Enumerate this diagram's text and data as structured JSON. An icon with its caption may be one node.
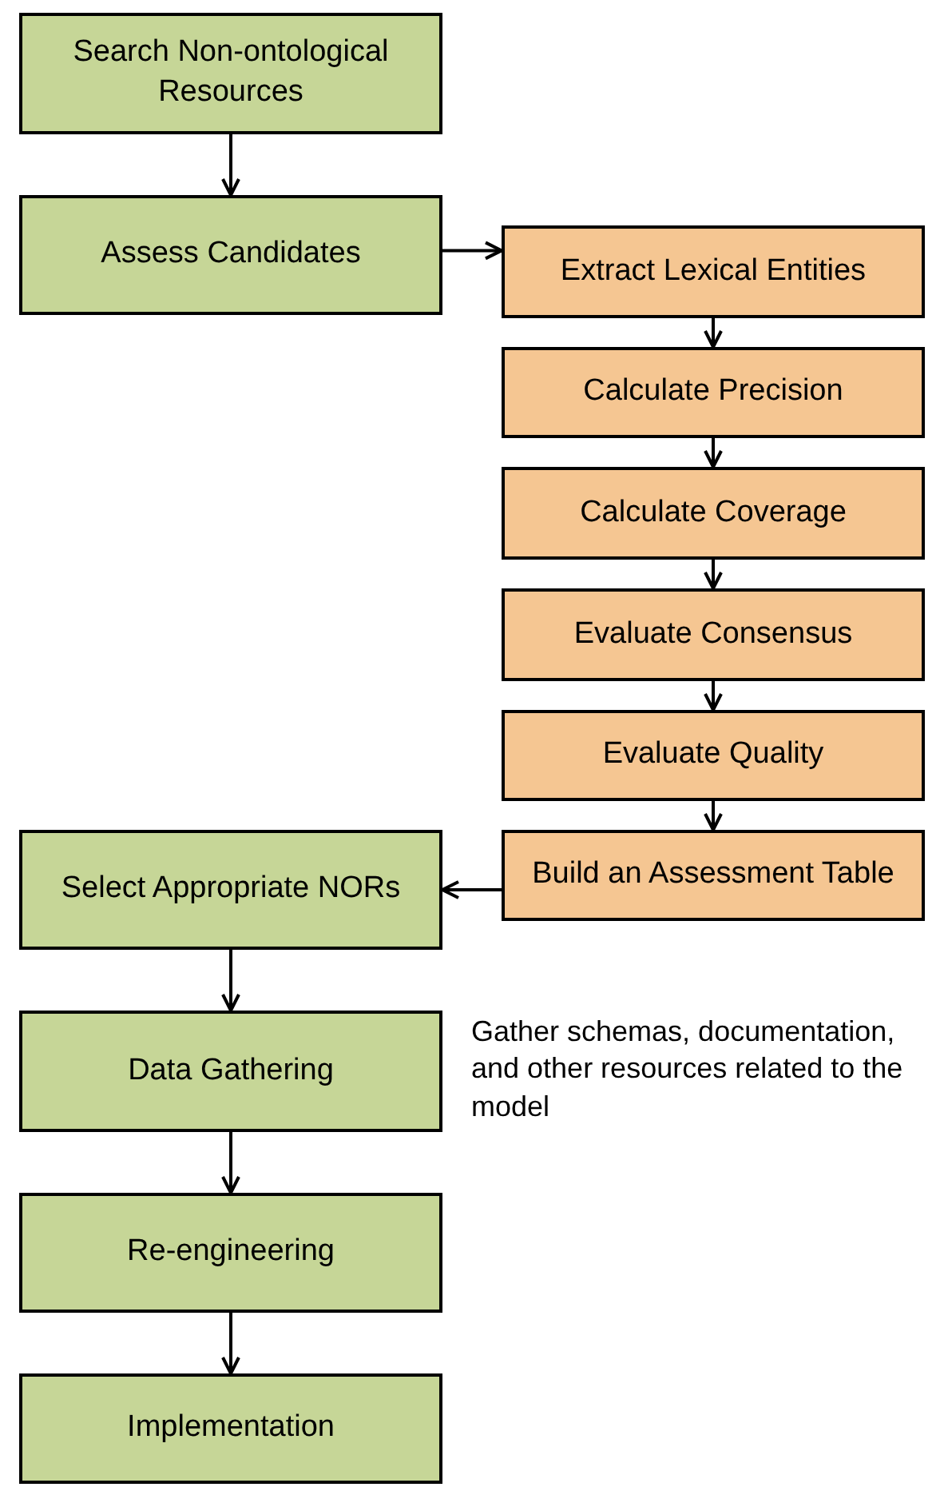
{
  "diagram": {
    "nodes": [
      {
        "text": [
          "Search Non-ontological Resources"
        ]
      },
      {
        "text": [
          "Assess Candidates"
        ]
      },
      {
        "text": [
          "Extract Lexical Entities"
        ]
      },
      {
        "text": [
          "Calculate Precision"
        ]
      },
      {
        "text": [
          "Calculate Coverage"
        ]
      },
      {
        "text": [
          "Evaluate Consensus"
        ]
      },
      {
        "text": [
          "Evaluate Quality"
        ]
      },
      {
        "text": [
          "Build an Assessment Table"
        ]
      },
      {
        "text": [
          "Select Appropriate NORs"
        ]
      },
      {
        "text": [
          "Data Gathering"
        ],
        "beside": [
          "Gather schemas, documentation, and other resources related to the model"
        ]
      },
      {
        "text": [
          "Re-engineering"
        ]
      },
      {
        "text": [
          "Implementation"
        ]
      }
    ],
    "edges": [
      {
        "from": 0,
        "to": 1,
        "arrow": "to"
      },
      {
        "from": 1,
        "to": 2,
        "arrow": "to"
      },
      {
        "from": 2,
        "to": 3,
        "arrow": "to"
      },
      {
        "from": 3,
        "to": 4,
        "arrow": "to"
      },
      {
        "from": 4,
        "to": 5,
        "arrow": "to"
      },
      {
        "from": 5,
        "to": 6,
        "arrow": "to"
      },
      {
        "from": 6,
        "to": 7,
        "arrow": "to"
      },
      {
        "from": 7,
        "to": 8,
        "arrow": "to"
      },
      {
        "from": 8,
        "to": 9,
        "arrow": "to"
      },
      {
        "from": 9,
        "to": 10,
        "arrow": "to"
      },
      {
        "from": 10,
        "to": 11,
        "arrow": "to"
      }
    ]
  }
}
